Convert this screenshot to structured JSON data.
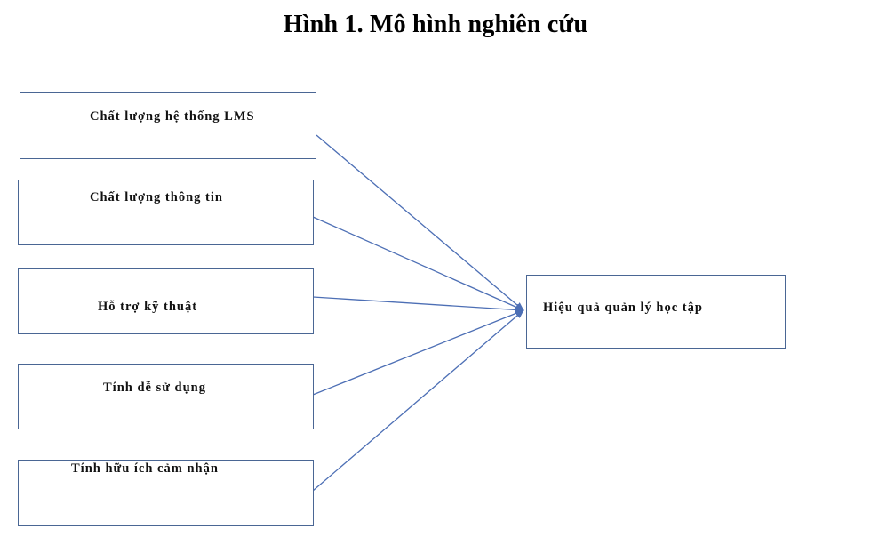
{
  "title": "Hình 1. Mô hình nghiên cứu",
  "diagram": {
    "inputs": [
      {
        "id": "lms",
        "label": "Chất lượng hệ thống LMS"
      },
      {
        "id": "info",
        "label": "Chất lượng thông tin"
      },
      {
        "id": "tech",
        "label": "Hỗ trợ kỹ thuật"
      },
      {
        "id": "ease",
        "label": "Tính dễ sử dụng"
      },
      {
        "id": "useful",
        "label": "Tính hữu ích cảm nhận"
      }
    ],
    "output": {
      "id": "effect",
      "label": "Hiệu quả quản lý học tập"
    },
    "colors": {
      "border": "#4a6694",
      "arrow": "#4d6fb5",
      "text": "#111111"
    }
  }
}
